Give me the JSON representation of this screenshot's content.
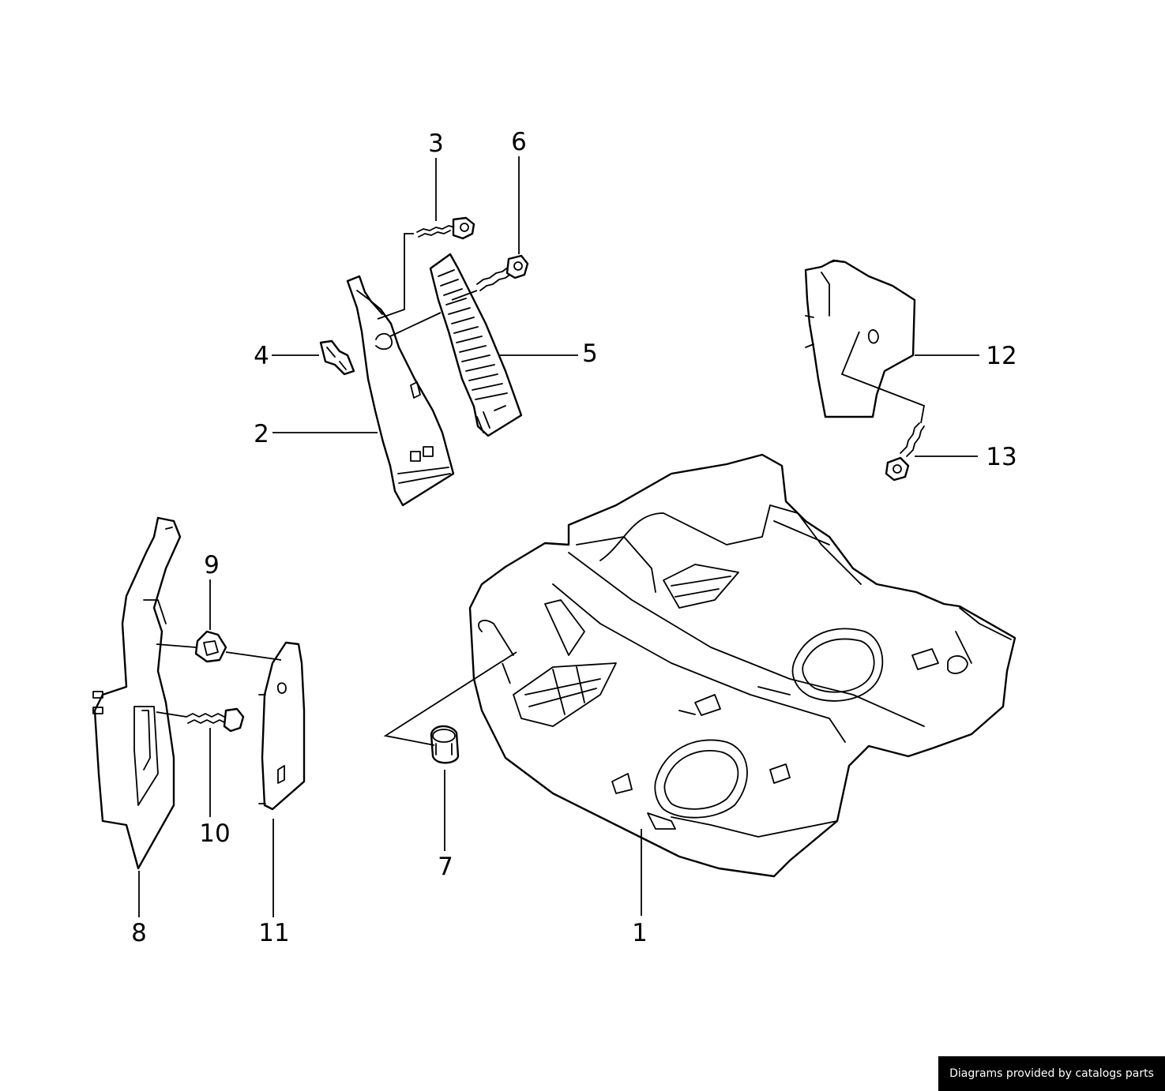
{
  "callouts": [
    {
      "id": "c1",
      "label": "1"
    },
    {
      "id": "c2",
      "label": "2"
    },
    {
      "id": "c3",
      "label": "3"
    },
    {
      "id": "c4",
      "label": "4"
    },
    {
      "id": "c5",
      "label": "5"
    },
    {
      "id": "c6",
      "label": "6"
    },
    {
      "id": "c7",
      "label": "7"
    },
    {
      "id": "c8",
      "label": "8"
    },
    {
      "id": "c9",
      "label": "9"
    },
    {
      "id": "c10",
      "label": "10"
    },
    {
      "id": "c11",
      "label": "11"
    },
    {
      "id": "c12",
      "label": "12"
    },
    {
      "id": "c13",
      "label": "13"
    }
  ],
  "credit": "Diagrams provided by catalogs parts"
}
